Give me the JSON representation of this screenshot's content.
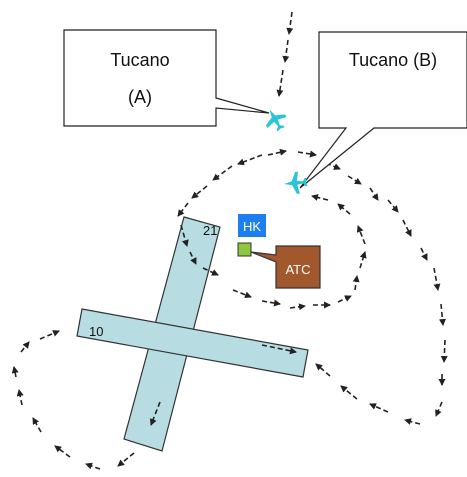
{
  "callouts": {
    "a_line1": "Tucano",
    "a_line2": "(A)",
    "b_text": "Tucano (B)"
  },
  "runways": {
    "runway_21": "21",
    "runway_10": "10"
  },
  "labels": {
    "hk": "HK",
    "atc": "ATC"
  },
  "colors": {
    "runway_fill": "#b7dde3",
    "aircraft": "#29c5d6",
    "hk_box": "#1e7ef0",
    "atc_box": "#a0582c",
    "tower_square": "#8dc63f"
  },
  "icons": [
    "aircraft-a-icon",
    "aircraft-b-icon",
    "flight-path-arrow-icon"
  ]
}
